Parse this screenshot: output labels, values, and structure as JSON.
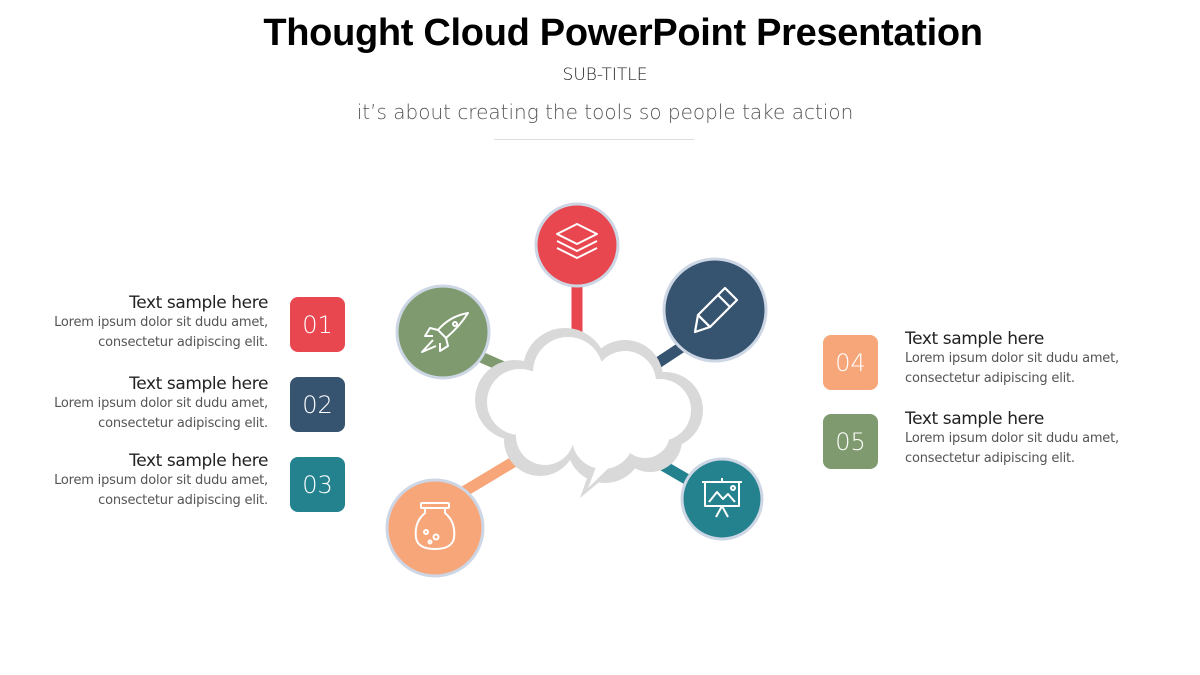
{
  "header": {
    "title": "Thought Cloud PowerPoint Presentation",
    "subtitle": "SUB-TITLE",
    "tagline": "it’s about creating the tools so people take action"
  },
  "items": [
    {
      "number": "01",
      "heading": "Text sample here",
      "line1": "Lorem ipsum dolor sit dudu amet,",
      "line2": "consectetur adipiscing elit.",
      "color": "#e8474f"
    },
    {
      "number": "02",
      "heading": "Text sample here",
      "line1": "Lorem ipsum dolor sit dudu amet,",
      "line2": "consectetur adipiscing elit.",
      "color": "#36536f"
    },
    {
      "number": "03",
      "heading": "Text sample here",
      "line1": "Lorem ipsum dolor sit dudu amet,",
      "line2": "consectetur adipiscing elit.",
      "color": "#24828f"
    },
    {
      "number": "04",
      "heading": "Text sample here",
      "line1": "Lorem ipsum dolor sit dudu amet,",
      "line2": "consectetur adipiscing elit.",
      "color": "#f7a67a"
    },
    {
      "number": "05",
      "heading": "Text sample here",
      "line1": "Lorem ipsum dolor sit dudu amet,",
      "line2": "consectetur adipiscing elit.",
      "color": "#7f9a6e"
    }
  ],
  "diagram": {
    "nodes": [
      {
        "icon": "layers-icon",
        "color": "#e8474f"
      },
      {
        "icon": "pencil-icon",
        "color": "#36536f"
      },
      {
        "icon": "rocket-icon",
        "color": "#7f9a6e"
      },
      {
        "icon": "flask-icon",
        "color": "#f7a67a"
      },
      {
        "icon": "presentation-board-icon",
        "color": "#24828f"
      }
    ],
    "cloud_color": "#d9d9d9"
  }
}
